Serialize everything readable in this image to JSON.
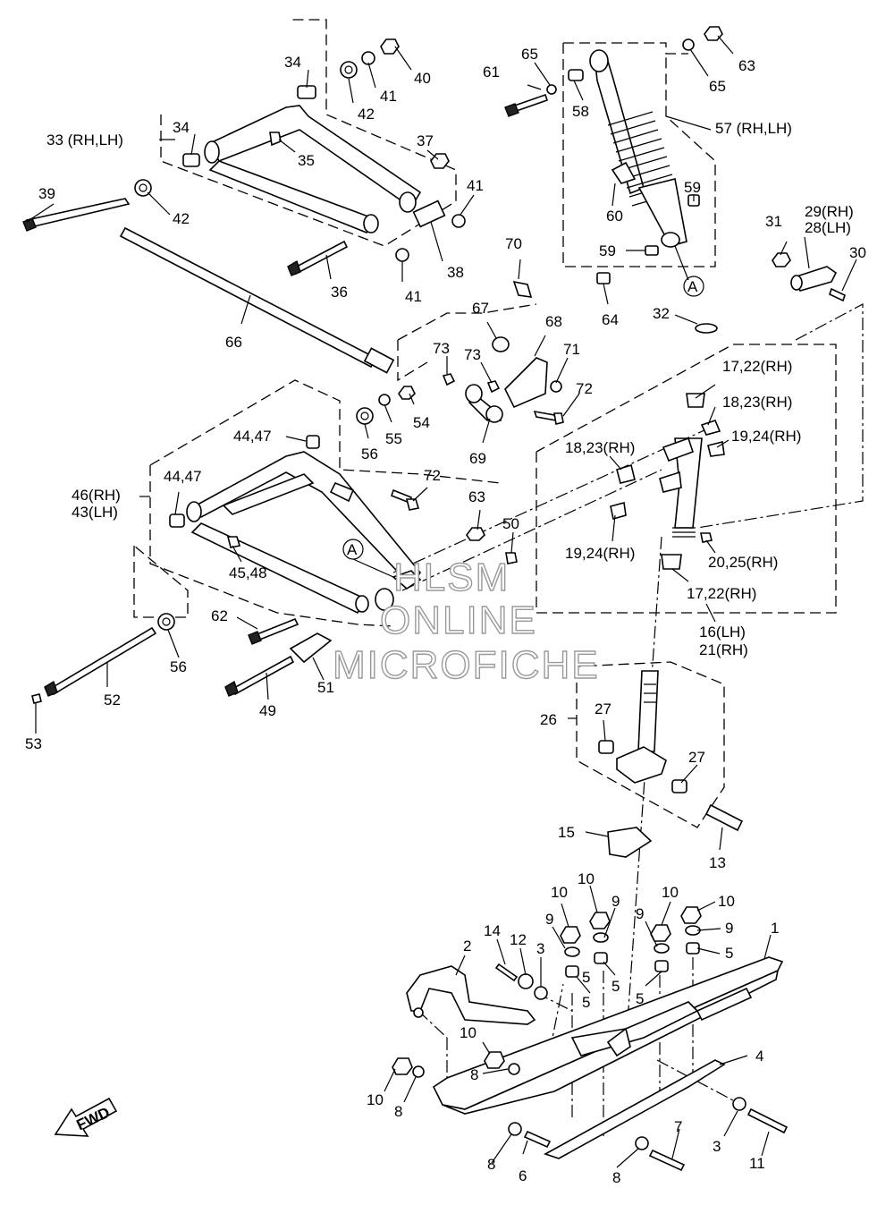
{
  "labels": {
    "l1": "1",
    "l2": "2",
    "l3a": "3",
    "l3b": "3",
    "l4": "4",
    "l5a": "5",
    "l5b": "5",
    "l5c": "5",
    "l5d": "5",
    "l5e": "5",
    "l6": "6",
    "l7": "7",
    "l8a": "8",
    "l8b": "8",
    "l8c": "8",
    "l8d": "8",
    "l9a": "9",
    "l9b": "9",
    "l9c": "9",
    "l9d": "9",
    "l10a": "10",
    "l10b": "10",
    "l10c": "10",
    "l10d": "10",
    "l10e": "10",
    "l10f": "10",
    "l11": "11",
    "l12": "12",
    "l13": "13",
    "l14": "14",
    "l15": "15",
    "l16": "16(LH)",
    "l21": "21(RH)",
    "l17a": "17,22(RH)",
    "l17b": "17,22(RH)",
    "l18a": "18,23(RH)",
    "l18b": "18,23(RH)",
    "l19a": "19,24(RH)",
    "l19b": "19,24(RH)",
    "l20": "20,25(RH)",
    "l26": "26",
    "l27a": "27",
    "l27b": "27",
    "l29": "29(RH)",
    "l28": "28(LH)",
    "l30": "30",
    "l31": "31",
    "l32": "32",
    "l33": "33 (RH,LH)",
    "l34a": "34",
    "l34b": "34",
    "l35": "35",
    "l36": "36",
    "l37": "37",
    "l38": "38",
    "l39": "39",
    "l40": "40",
    "l41a": "41",
    "l41b": "41",
    "l41c": "41",
    "l42a": "42",
    "l42b": "42",
    "l44a": "44,47",
    "l44b": "44,47",
    "l45": "45,48",
    "l46": "46(RH)",
    "l43": "43(LH)",
    "l49": "49",
    "l50": "50",
    "l51": "51",
    "l52": "52",
    "l53": "53",
    "l54": "54",
    "l55": "55",
    "l56a": "56",
    "l56b": "56",
    "l57": "57 (RH,LH)",
    "l58": "58",
    "l59a": "59",
    "l59b": "59",
    "l60": "60",
    "l61": "61",
    "l62": "62",
    "l63a": "63",
    "l63b": "63",
    "l64": "64",
    "l65a": "65",
    "l65b": "65",
    "l66": "66",
    "l67": "67",
    "l68": "68",
    "l69": "69",
    "l70": "70",
    "l71": "71",
    "l72a": "72",
    "l72b": "72",
    "l73a": "73",
    "l73b": "73",
    "markA1": "A",
    "markA2": "A"
  },
  "fwd_label": "FWD",
  "watermark": [
    "HLSM",
    "ONLINE",
    "MICROFICHE"
  ]
}
